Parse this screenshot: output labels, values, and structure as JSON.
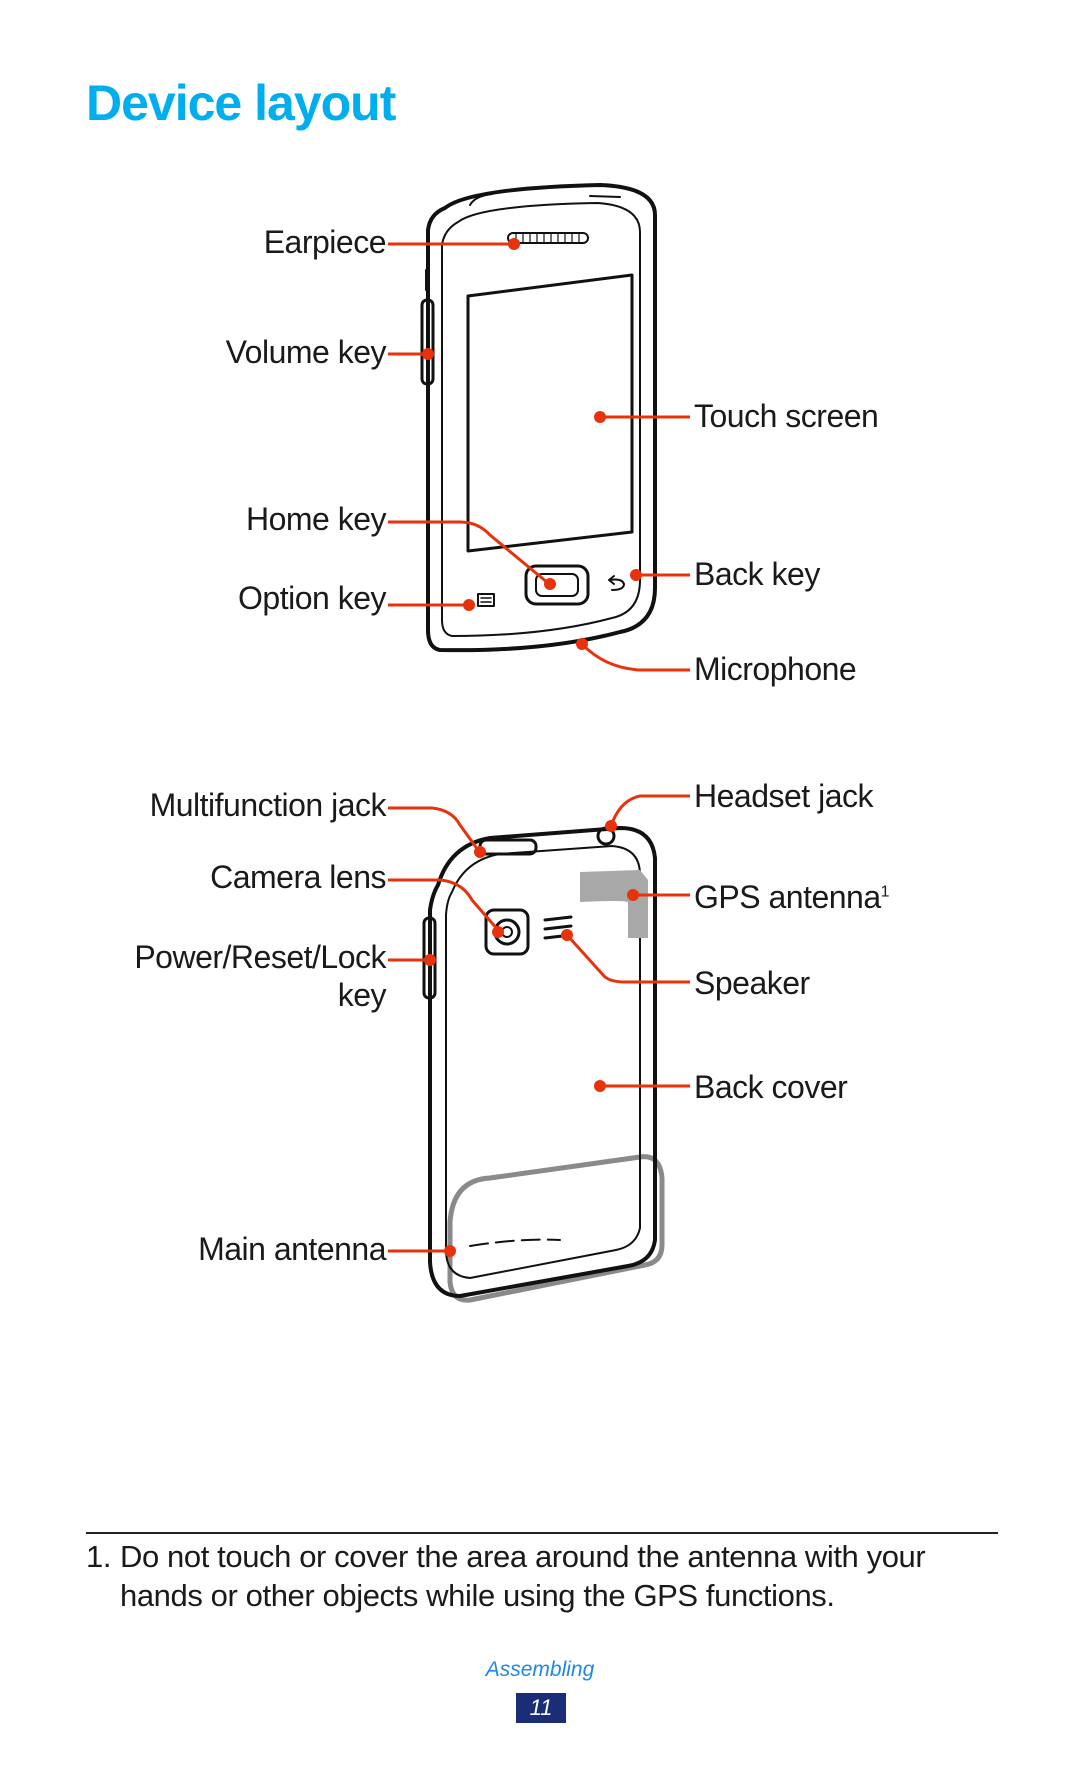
{
  "page": {
    "title": "Device layout",
    "section": "Assembling",
    "page_number": "11"
  },
  "front_labels": {
    "earpiece": "Earpiece",
    "volume_key": "Volume key",
    "touch_screen": "Touch screen",
    "home_key": "Home key",
    "back_key": "Back key",
    "option_key": "Option key",
    "microphone": "Microphone"
  },
  "back_labels": {
    "multifunction_jack": "Multifunction jack",
    "headset_jack": "Headset jack",
    "camera_lens": "Camera lens",
    "gps_antenna": "GPS antenna",
    "gps_antenna_note_ref": "1",
    "power_reset_lock_line1": "Power/Reset/Lock",
    "power_reset_lock_line2": "key",
    "speaker": "Speaker",
    "back_cover": "Back cover",
    "main_antenna": "Main antenna"
  },
  "footnote": {
    "number": "1.",
    "text": "Do not touch or cover the area around the antenna with your hands or other objects while using the GPS functions."
  },
  "colors": {
    "title": "#00aeef",
    "callout": "#e8320c",
    "page_badge": "#1c2d78",
    "section_text": "#1e88e5"
  }
}
